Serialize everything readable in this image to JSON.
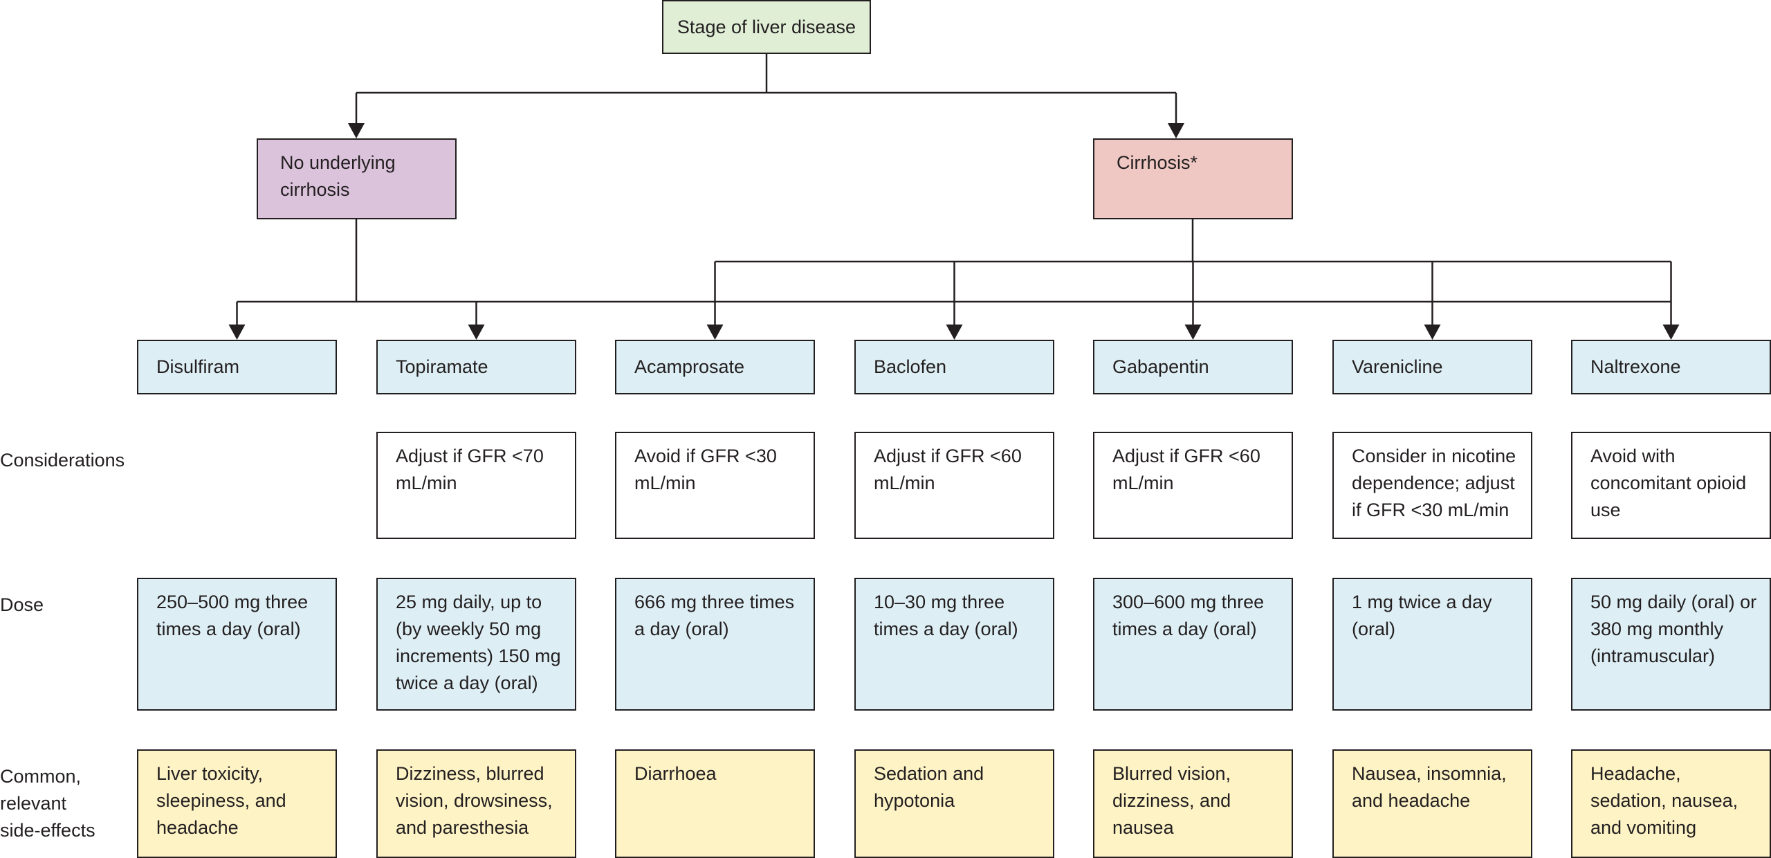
{
  "root": {
    "label": "Stage of liver disease",
    "color": "#e0eed6"
  },
  "categories": [
    {
      "label": "No underlying cirrhosis",
      "color": "#dbc3dc"
    },
    {
      "label": "Cirrhosis*",
      "color": "#efc8c3"
    }
  ],
  "row_labels": {
    "considerations": "Considerations",
    "dose": "Dose",
    "side_effects": "Common, relevant side-effects"
  },
  "colors": {
    "drug": "#ddeff5",
    "dose": "#ddeff5",
    "side_effects": "#fdf3c5",
    "considerations": "#ffffff",
    "line": "#231f20"
  },
  "drugs": [
    {
      "name": "Disulfiram",
      "consideration": "",
      "dose": "250–500 mg three times a day (oral)",
      "side_effects": "Liver toxicity, sleepiness, and headache"
    },
    {
      "name": "Topiramate",
      "consideration": "Adjust if GFR <70 mL/min",
      "dose": "25 mg daily, up to (by weekly 50 mg increments) 150 mg twice a day (oral)",
      "side_effects": "Dizziness, blurred vision, drowsiness, and paresthesia"
    },
    {
      "name": "Acamprosate",
      "consideration": "Avoid if GFR <30 mL/min",
      "dose": "666 mg three times a day (oral)",
      "side_effects": "Diarrhoea"
    },
    {
      "name": "Baclofen",
      "consideration": "Adjust if GFR <60 mL/min",
      "dose": "10–30 mg three times a day (oral)",
      "side_effects": "Sedation and hypotonia"
    },
    {
      "name": "Gabapentin",
      "consideration": "Adjust if GFR <60 mL/min",
      "dose": "300–600 mg three times a day (oral)",
      "side_effects": "Blurred vision, dizziness, and nausea"
    },
    {
      "name": "Varenicline",
      "consideration": "Consider in nicotine dependence; adjust if GFR <30 mL/min",
      "dose": "1 mg twice a day (oral)",
      "side_effects": "Nausea, insomnia, and headache"
    },
    {
      "name": "Naltrexone",
      "consideration": "Avoid with concomitant opioid use",
      "dose": "50 mg daily (oral) or 380 mg monthly (intramuscular)",
      "side_effects": "Headache, sedation, nausea, and vomiting"
    }
  ]
}
